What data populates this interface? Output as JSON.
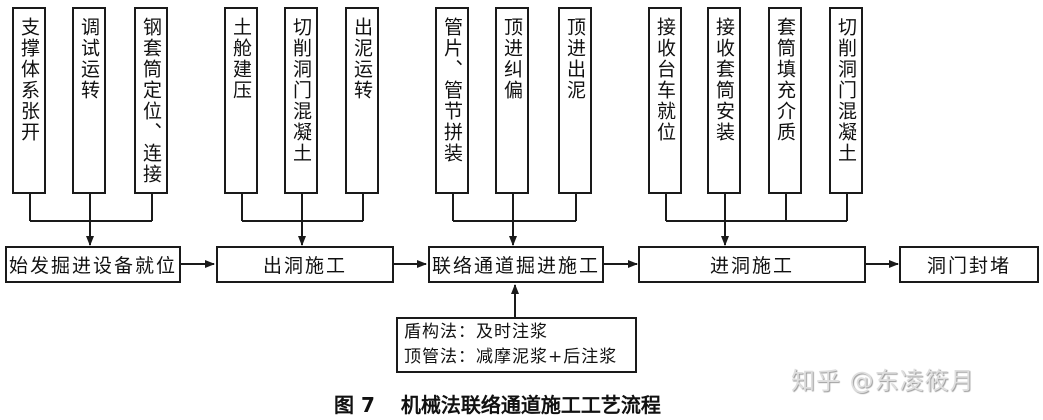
{
  "diagram": {
    "title": "机械法联络通道施工工艺流程",
    "figure_label": "图 7",
    "stages": [
      {
        "id": "stage-1",
        "label": "始发掘进设备就位",
        "substeps": [
          "支撑体系张开",
          "调试运转",
          "钢套筒定位、连接"
        ]
      },
      {
        "id": "stage-2",
        "label": "出洞施工",
        "substeps": [
          "土舱建压",
          "切削洞门混凝土",
          "出泥运转"
        ]
      },
      {
        "id": "stage-3",
        "label": "联络通道掘进施工",
        "substeps": [
          "管片、管节拼装",
          "顶进纠偏",
          "顶进出泥"
        ],
        "note": [
          "盾构法：及时注浆",
          "顶管法：减摩泥浆+后注浆"
        ]
      },
      {
        "id": "stage-4",
        "label": "进洞施工",
        "substeps": [
          "接收台车就位",
          "接收套筒安装",
          "套筒填充介质",
          "切削洞门混凝土"
        ]
      },
      {
        "id": "stage-5",
        "label": "洞门封堵",
        "substeps": []
      }
    ],
    "flow": [
      "stage-1",
      "stage-2",
      "stage-3",
      "stage-4",
      "stage-5"
    ],
    "colors": {
      "line": "#1a1a1a",
      "text": "#111111",
      "background": "#ffffff",
      "watermark": "#dedede"
    }
  },
  "watermark": "知乎 @东凌筱月"
}
